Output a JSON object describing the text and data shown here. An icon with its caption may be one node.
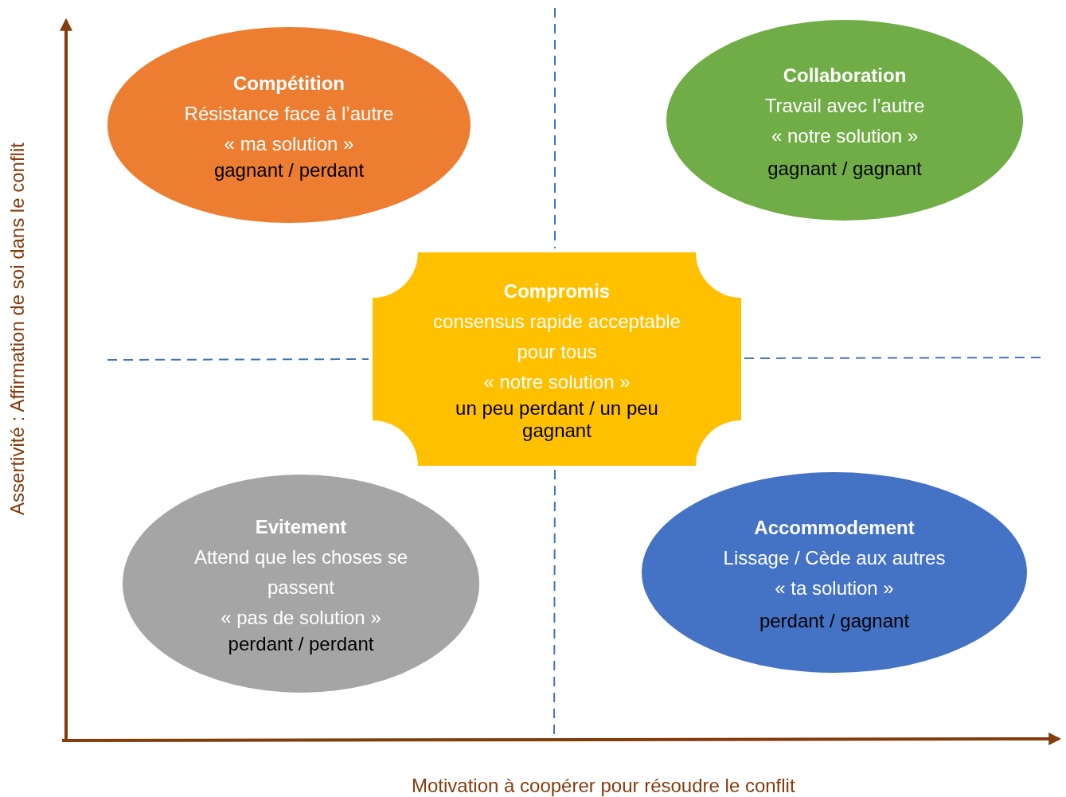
{
  "diagram": {
    "nodes": [
      {
        "text": [
          "Compétition",
          "Résistance face à l’autre",
          "« ma solution »",
          "gagnant / perdant"
        ]
      },
      {
        "text": [
          "Collaboration",
          "Travail avec l’autre",
          "« notre solution »",
          "gagnant / gagnant"
        ]
      },
      {
        "text": [
          "Compromis",
          "consensus rapide acceptable pour tous",
          "« notre solution »",
          "un peu perdant / un peu gagnant"
        ]
      },
      {
        "text": [
          "Evitement",
          "Attend que les choses se passent",
          "« pas de solution »",
          "perdant / perdant"
        ]
      },
      {
        "text": [
          "Accommodement",
          "Lissage / Cède aux autres",
          "« ta solution »",
          "perdant / gagnant"
        ]
      }
    ],
    "labels": [
      "Assertivité : Affirmation de soi dans le conflit",
      "Motivation à coopérer pour résoudre le conflit"
    ]
  }
}
